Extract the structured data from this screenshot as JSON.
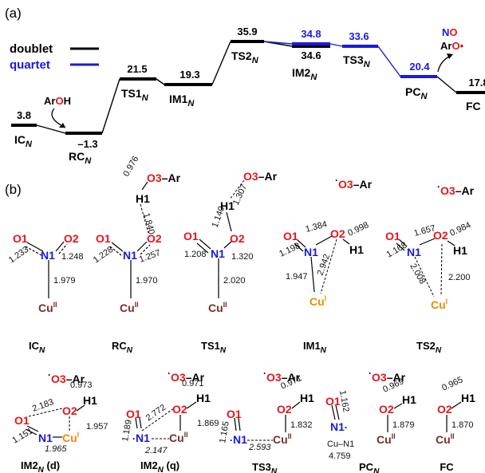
{
  "panel_a": {
    "label": "(a)",
    "legend": [
      {
        "name": "doublet",
        "color": "#000000"
      },
      {
        "name": "quartet",
        "color": "#1a1adb"
      }
    ],
    "levels": [
      {
        "id": "ic",
        "name": "IC",
        "sub": "N",
        "value": "3.8",
        "spin": "doublet"
      },
      {
        "id": "rc",
        "name": "RC",
        "sub": "N",
        "value": "–1.3",
        "spin": "doublet"
      },
      {
        "id": "ts1",
        "name": "TS1",
        "sub": "N",
        "value": "21.5",
        "spin": "doublet"
      },
      {
        "id": "im1",
        "name": "IM1",
        "sub": "N",
        "value": "19.3",
        "spin": "doublet"
      },
      {
        "id": "ts2",
        "name": "TS2",
        "sub": "N",
        "value": "35.9",
        "spin": "doublet"
      },
      {
        "id": "im2q",
        "name": "",
        "sub": "",
        "value": "34.8",
        "spin": "quartet"
      },
      {
        "id": "im2d",
        "name": "IM2",
        "sub": "N",
        "value": "34.6",
        "spin": "doublet"
      },
      {
        "id": "ts3",
        "name": "TS3",
        "sub": "N",
        "value": "33.6",
        "spin": "quartet"
      },
      {
        "id": "pc",
        "name": "PC",
        "sub": "N",
        "value": "20.4",
        "spin": "quartet"
      },
      {
        "id": "fc",
        "name": "FC",
        "sub": "",
        "value": "17.8",
        "spin": "doublet"
      }
    ],
    "reactant": {
      "a": "Ar",
      "b": "O",
      "c": "H"
    },
    "product": {
      "no_n": "N",
      "no_o": "O",
      "ar": "Ar",
      "o": "O",
      "dot": "•"
    }
  },
  "panel_b": {
    "label": "(b)",
    "atoms": {
      "o1": "O1",
      "o2": "O2",
      "o3": "O3",
      "n1": "N1",
      "h1": "H1",
      "cu": "Cu",
      "ar": "Ar",
      "dash": "–",
      "dot": "·",
      "cu2": "II",
      "cu1": "I"
    },
    "structures": [
      {
        "id": "ic",
        "title": "IC",
        "sub": "N",
        "suffix": "",
        "bonds": {
          "o1n1": "1.233",
          "n1o2": "1.248",
          "n1cu": "1.979"
        }
      },
      {
        "id": "rc",
        "title": "RC",
        "sub": "N",
        "suffix": "",
        "bonds": {
          "o3h1": "0.976",
          "h1o2": "1.840",
          "o1n1": "1.228",
          "n1o2": "1.257",
          "n1cu": "1.970"
        }
      },
      {
        "id": "ts1",
        "title": "TS1",
        "sub": "N",
        "suffix": "",
        "bonds": {
          "o3h1": "1.307",
          "h1o2": "1.140",
          "o1n1": "1.208",
          "n1o2": "1.320",
          "n1cu": "2.020"
        }
      },
      {
        "id": "im1",
        "title": "IM1",
        "sub": "N",
        "suffix": "",
        "bonds": {
          "n1o2": "1.384",
          "o2h1": "0.998",
          "o1n1": "1.198",
          "o2cu": "2.942",
          "n1cu": "1.947"
        }
      },
      {
        "id": "ts2",
        "title": "TS2",
        "sub": "N",
        "suffix": "",
        "bonds": {
          "n1o2": "1.657",
          "o2h1": "0.984",
          "o1n1": "1.168",
          "n1cu": "2.008",
          "o2cu": "2.200"
        }
      },
      {
        "id": "im2d",
        "title": "IM2",
        "sub": "N",
        "suffix": " (d)",
        "bonds": {
          "o2h1": "0.973",
          "n1o2": "2.183",
          "o1n1": "1.151",
          "o2cu": "1.957",
          "n1cu": "1.965"
        }
      },
      {
        "id": "im2q",
        "title": "IM2",
        "sub": "N",
        "suffix": " (q)",
        "bonds": {
          "o2h1": "0.971",
          "n1o2": "2.772",
          "o1n1": "1.189",
          "o2cu": "1.869",
          "n1cu": "2.147"
        }
      },
      {
        "id": "ts3",
        "title": "TS3",
        "sub": "N",
        "suffix": "",
        "bonds": {
          "o2h1": "0.971",
          "o1n1": "1.165",
          "n1cu": "2.593",
          "o2cu": "1.832"
        }
      },
      {
        "id": "pc",
        "title": "PC",
        "sub": "N",
        "suffix": "",
        "bonds": {
          "o1n1": "1.162",
          "o2h1": "0.969",
          "o2cu": "1.879"
        },
        "note": [
          "Cu–N1",
          "4.759"
        ]
      },
      {
        "id": "fc",
        "title": "FC",
        "sub": "",
        "suffix": "",
        "bonds": {
          "o2h1": "0.965",
          "o2cu": "1.870"
        }
      }
    ]
  },
  "colors": {
    "oxygen": "#e8141b",
    "nitrogen": "#1a1adb",
    "copper2": "#7a2e26",
    "copper1": "#f08a00",
    "quartet": "#1a1adb",
    "black": "#000000"
  }
}
